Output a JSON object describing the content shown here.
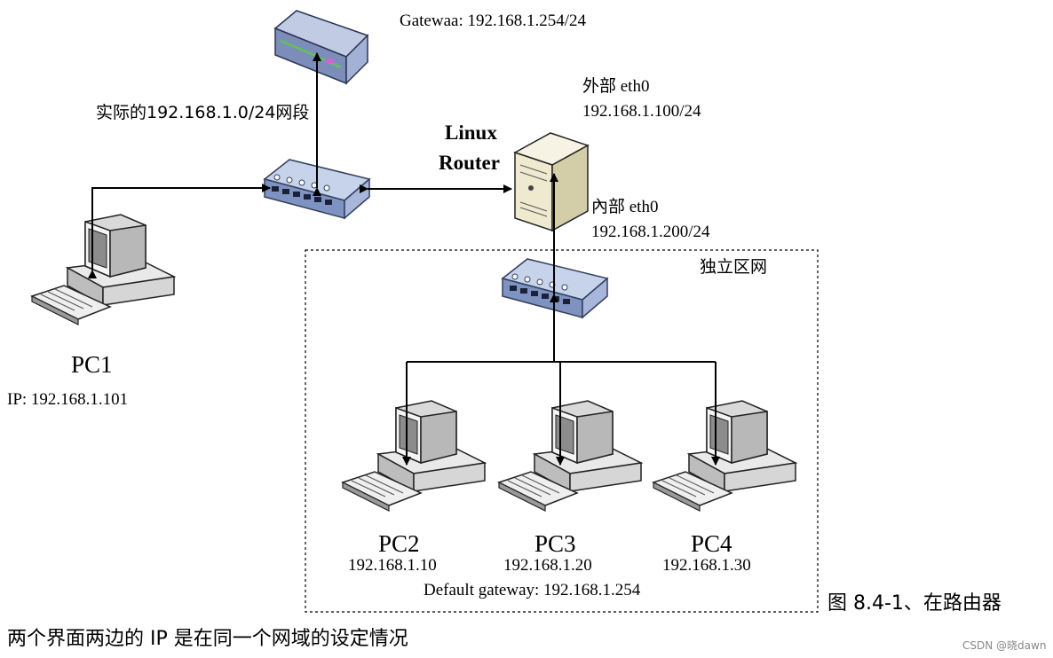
{
  "gateway": {
    "label": "Gatewaa: 192.168.1.254/24"
  },
  "segment_label": "实际的192.168.1.0/24网段",
  "router": {
    "name_line1": "Linux",
    "name_line2": "Router",
    "external_if": "外部 eth0",
    "external_ip": "192.168.1.100/24",
    "internal_if": "內部 eth0",
    "internal_ip": "192.168.1.200/24"
  },
  "isolated_zone": {
    "label": "独立区网"
  },
  "pc1": {
    "name": "PC1",
    "ip": "IP: 192.168.1.101"
  },
  "pc2": {
    "name": "PC2",
    "ip": "192.168.1.10"
  },
  "pc3": {
    "name": "PC3",
    "ip": "192.168.1.20"
  },
  "pc4": {
    "name": "PC4",
    "ip": "192.168.1.30"
  },
  "default_gateway": "Default gateway: 192.168.1.254",
  "caption": {
    "line1": "图 8.4-1、在路由器",
    "line2": "两个界面两边的 IP 是在同一个网域的设定情况"
  },
  "watermark": "CSDN @晓dawn"
}
